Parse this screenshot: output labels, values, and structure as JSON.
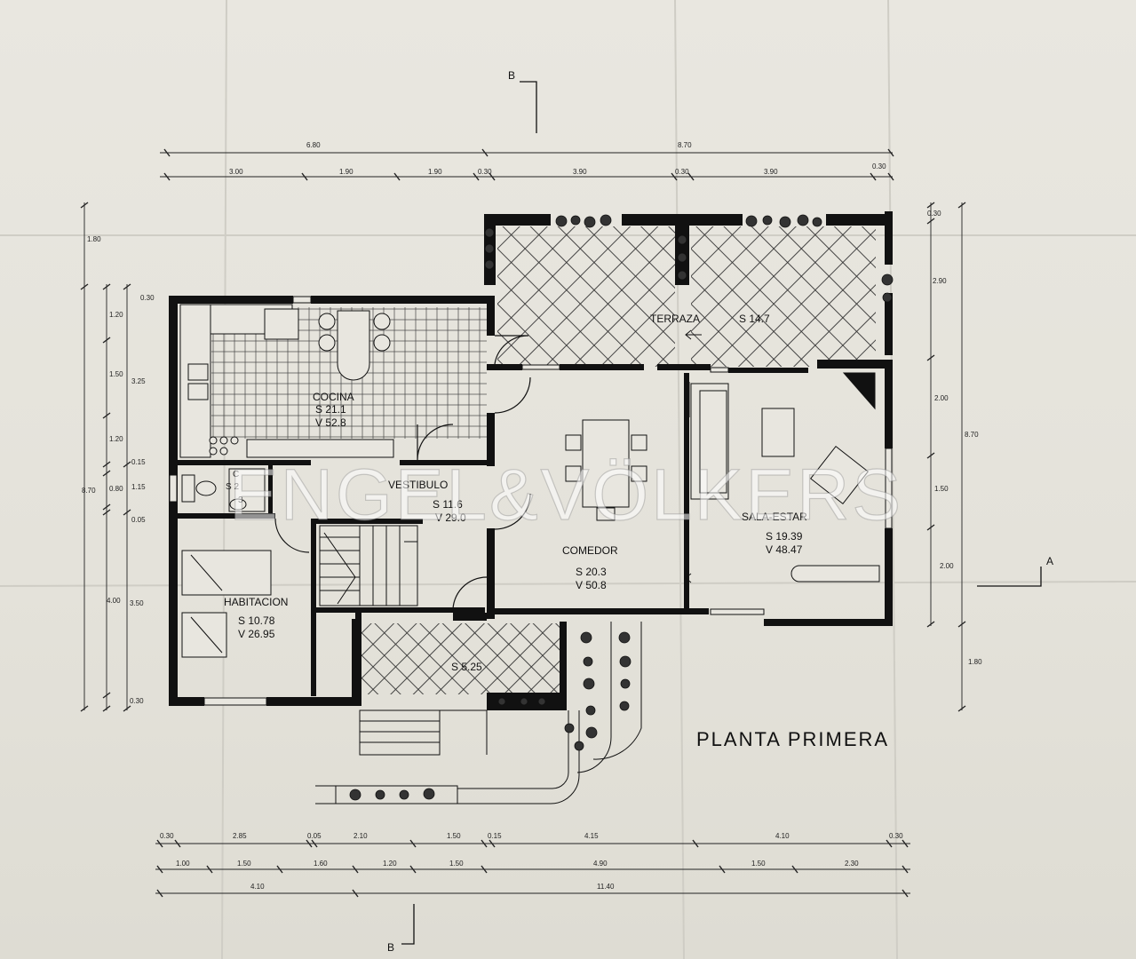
{
  "plan": {
    "title": "PLANTA PRIMERA",
    "section_top": "B",
    "section_bottom": "B",
    "section_right": "A",
    "watermark": "ENGEL&VÖLKERS"
  },
  "rooms": {
    "cocina": {
      "name": "COCINA",
      "s": "S  21.1",
      "v": "V  52.8"
    },
    "terraza": {
      "name": "TERRAZA",
      "s": "S  14.7"
    },
    "vestibulo": {
      "name": "VESTIBULO",
      "s": "S  11.6",
      "v": "V  29.0"
    },
    "comedor": {
      "name": "COMEDOR",
      "s": "S  20.3",
      "v": "V  50.8"
    },
    "sala": {
      "name": "SALA-ESTAR",
      "s": "S  19.39",
      "v": "V  48.47"
    },
    "habitacion": {
      "name": "HABITACION",
      "s": "S  10.78",
      "v": "V  26.95"
    },
    "bano": {
      "name": "C",
      "s": "S  2",
      "v": "3"
    },
    "porche": {
      "s": "S  5.25"
    }
  },
  "dims": {
    "top_row1": [
      "6.80",
      "8.70"
    ],
    "top_row2": [
      "3.00",
      "1.90",
      "1.90",
      "0.30",
      "3.90",
      "0.30",
      "3.90",
      "0.30"
    ],
    "bottom_row1": [
      "0.30",
      "2.85",
      "0.05",
      "2.10",
      "1.50",
      "0.15",
      "4.15",
      "4.10",
      "0.30"
    ],
    "bottom_row2": [
      "1.00",
      "1.50",
      "1.60",
      "1.20",
      "1.50",
      "4.90",
      "1.50",
      "2.30"
    ],
    "bottom_row3": [
      "4.10",
      "11.40"
    ],
    "left_outer": [
      "1.80",
      "8.70"
    ],
    "left_mid": [
      "0.30",
      "1.20",
      "1.50",
      "1.20",
      "0.15",
      "0.80",
      "0.05",
      "4.00",
      "0.30"
    ],
    "left_inner": [
      "3.25",
      "1.15",
      "3.50"
    ],
    "right_inner": [
      "0.30",
      "2.90",
      "2.00",
      "1.50",
      "2.00",
      "1.80"
    ],
    "right_outer": [
      "8.70"
    ]
  }
}
